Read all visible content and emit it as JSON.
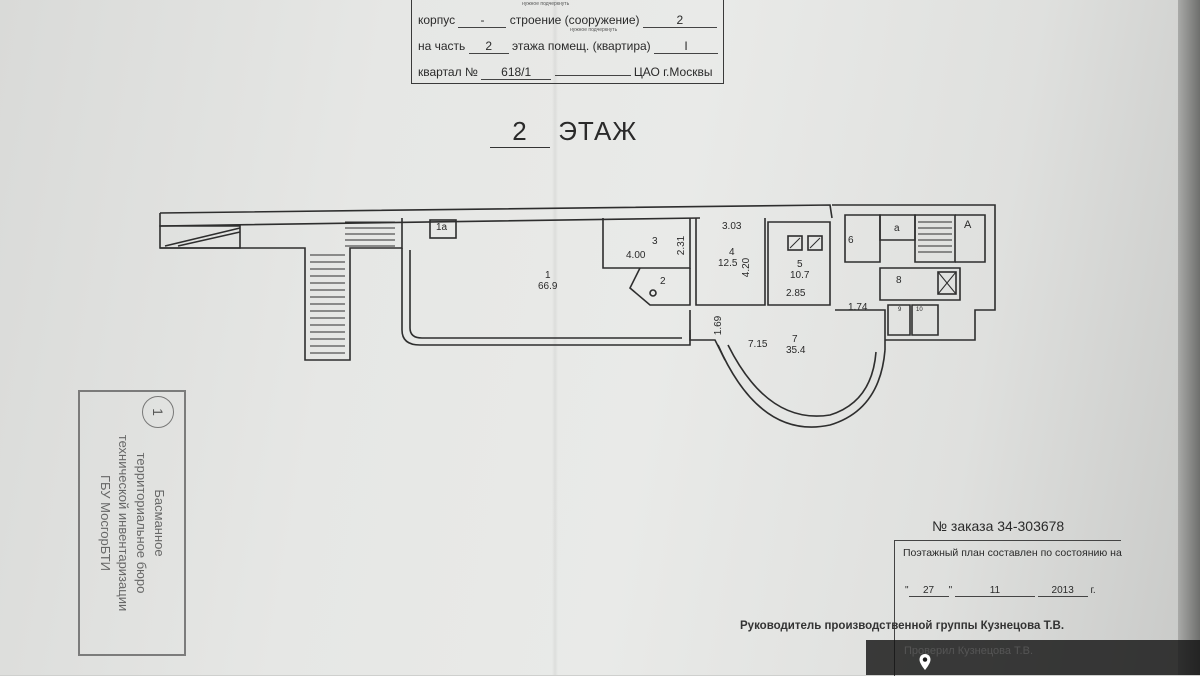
{
  "header": {
    "row1_label": "корпус",
    "row1_value": "-",
    "row1_label2": "строение (сооружение)",
    "row1_value2": "2",
    "row2_label": "на часть",
    "row2_value": "2",
    "row2_label2": "этажа помещ. (квартира)",
    "row2_value2": "I",
    "row3_label": "квартал №",
    "row3_value": "618/1",
    "row3_value2": "ЦАО г.Москвы",
    "tiny_note": "нужное подчеркнуть"
  },
  "floor": {
    "number": "2",
    "label": "ЭТАЖ"
  },
  "plan_labels": {
    "room_1a": "1а",
    "room_1_num": "1",
    "room_1_area": "66.9",
    "room_3_num": "3",
    "room_3_w": "4.00",
    "room_3_h": "2.31",
    "room_2_num": "2",
    "room_4_top": "3.03",
    "room_4_num": "4",
    "room_4_area": "12.5",
    "room_4_h": "4.20",
    "room_5_num": "5",
    "room_5_area": "10.7",
    "room_5_dim": "2.85",
    "room_6_num": "6",
    "room_a": "а",
    "room_A": "А",
    "room_8_num": "8",
    "room_9_num": "9",
    "room_10_num": "10",
    "dim_174": "1.74",
    "dim_169": "1.69",
    "room_7_w": "7.15",
    "room_7_num": "7",
    "room_7_area": "35.4"
  },
  "stamp": {
    "circle": "1",
    "line1": "Басманное",
    "line2": "территориальное бюро",
    "line3": "технической инвентаризации",
    "line4": "ГБУ МосгорБТИ"
  },
  "order": {
    "text": "№ заказа 34-303678"
  },
  "footer_box": {
    "line1": "Поэтажный план составлен по состоянию на",
    "day": "27",
    "month": "11",
    "year": "2013",
    "year_suffix": "г."
  },
  "signature": {
    "head_text": "Руководитель производственной группы Кузнецова Т.В.",
    "checked_text": "Проверил   Кузнецова Т.В."
  },
  "colors": {
    "ink": "#2a2a2a",
    "paper": "#e6e7e5"
  }
}
